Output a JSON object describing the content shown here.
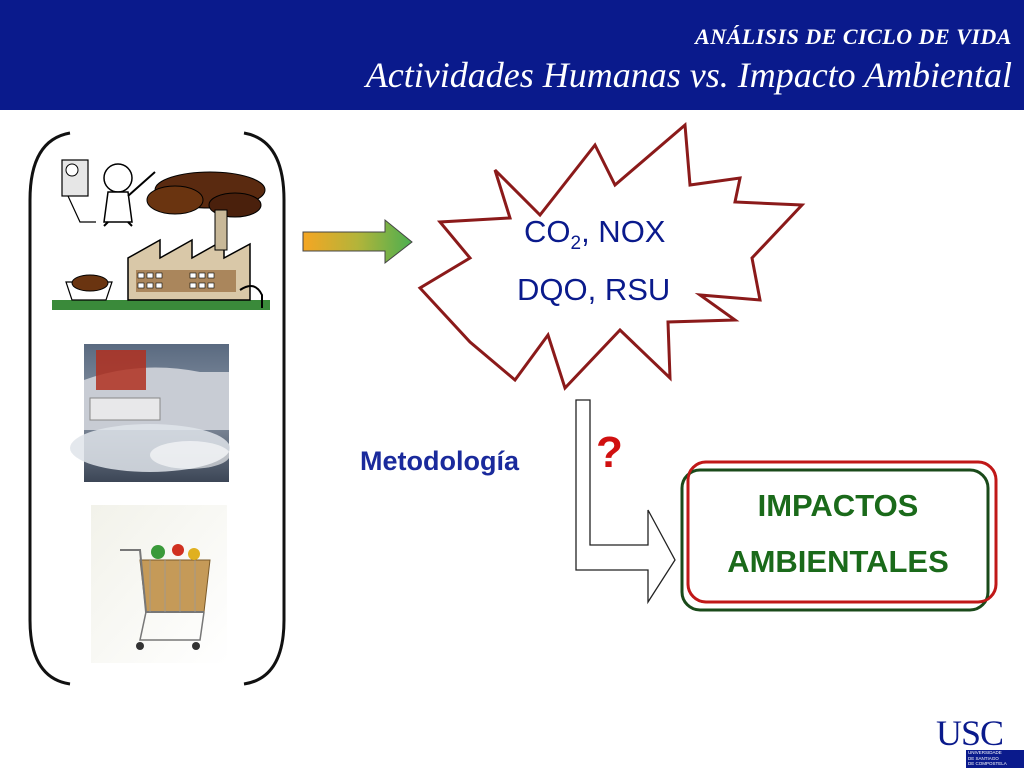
{
  "header": {
    "subtitle": "ANÁLISIS DE CICLO DE VIDA",
    "title": "Actividades Humanas vs. Impacto Ambiental"
  },
  "emissions": {
    "line1_prefix": "CO",
    "line1_subscript": "2",
    "line1_suffix": ", NOX",
    "line2": "DQO, RSU"
  },
  "methodology": {
    "label": "Metodología",
    "question_mark": "?"
  },
  "impacts": {
    "line1": "IMPACTOS",
    "line2": "AMBIENTALES"
  },
  "logo": {
    "acronym": "USC",
    "line1": "UNIVERSIDADE",
    "line2": "DE SANTIAGO",
    "line3": "DE COMPOSTELA"
  },
  "colors": {
    "header_bg": "#0a1a8c",
    "starburst_stroke": "#8b1a1a",
    "impact_outline_green": "#1a4a1a",
    "impact_outline_red": "#c01818",
    "question_red": "#d01010"
  }
}
